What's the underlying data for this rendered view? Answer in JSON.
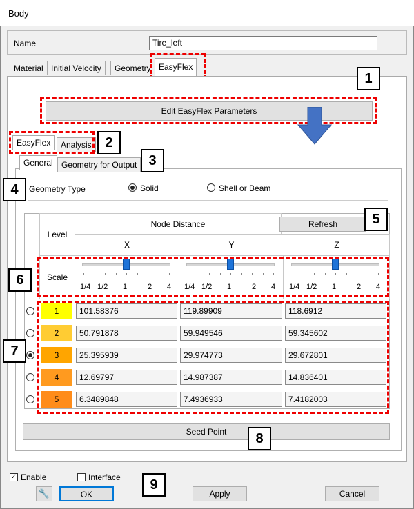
{
  "window": {
    "title": "Body"
  },
  "name_field": {
    "label": "Name",
    "value": "Tire_left"
  },
  "body_tabs": [
    "Material",
    "Initial Velocity",
    "Geometry",
    "EasyFlex"
  ],
  "edit_button_label": "Edit EasyFlex Parameters",
  "sub_tabs": [
    "EasyFlex",
    "Analysis"
  ],
  "inner_tabs": [
    "General",
    "Geometry for Output"
  ],
  "geometry_type": {
    "label": "Geometry Type",
    "options": [
      "Solid",
      "Shell or Beam"
    ],
    "selected": "Solid"
  },
  "table": {
    "level_header": "Level",
    "node_distance_header": "Node Distance",
    "refresh_label": "Refresh",
    "axes": [
      "X",
      "Y",
      "Z"
    ],
    "scale_label": "Scale",
    "scale_ticks": [
      "1/4",
      "1/2",
      "1",
      "2",
      "4"
    ],
    "selected_level": "3",
    "rows": [
      {
        "level": "1",
        "color": "#ffff00",
        "x": "101.58376",
        "y": "119.89909",
        "z": "118.6912"
      },
      {
        "level": "2",
        "color": "#ffcc33",
        "x": "50.791878",
        "y": "59.949546",
        "z": "59.345602"
      },
      {
        "level": "3",
        "color": "#ffa500",
        "x": "25.395939",
        "y": "29.974773",
        "z": "29.672801"
      },
      {
        "level": "4",
        "color": "#ff9a1f",
        "x": "12.69797",
        "y": "14.987387",
        "z": "14.836401"
      },
      {
        "level": "5",
        "color": "#ff8c1a",
        "x": "6.3489848",
        "y": "7.4936933",
        "z": "7.4182003"
      }
    ]
  },
  "seed_point_label": "Seed Point",
  "footer": {
    "enable_label": "Enable",
    "enable_checked": true,
    "interface_label": "Interface",
    "interface_checked": false,
    "ok_label": "OK",
    "apply_label": "Apply",
    "cancel_label": "Cancel"
  },
  "callouts": [
    "1",
    "2",
    "3",
    "4",
    "5",
    "6",
    "7",
    "8",
    "9"
  ],
  "colors": {
    "callout_border": "#e00000",
    "arrow": "#4472c4",
    "slider_thumb": "#1e73d8"
  }
}
